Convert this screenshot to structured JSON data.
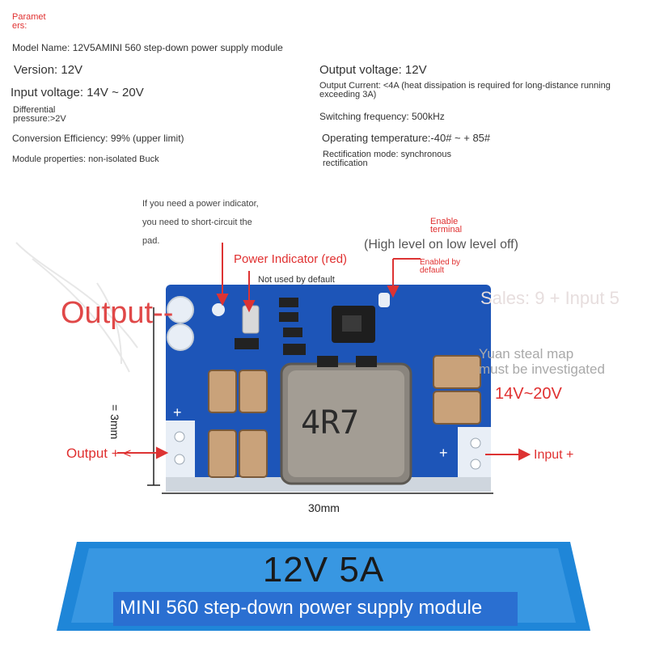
{
  "params": {
    "heading": "Paramet\ners:",
    "model_name": "Model Name: 12V5AMINI 560 step-down power supply module",
    "version": "Version: 12V",
    "output_voltage": "Output voltage: 12V",
    "input_voltage": "Input voltage: 14V ~ 20V",
    "output_current": "Output Current: <4A (heat dissipation is required for long-distance running exceeding 3A)",
    "differential_pressure": "Differential pressure:>2V",
    "switching_frequency": "Switching frequency: 500kHz",
    "conversion_efficiency": "Conversion Efficiency: 99% (upper limit)",
    "operating_temperature": "Operating temperature:-40# ~ + 85#",
    "module_properties": "Module properties: non-isolated Buck",
    "rectification_mode": "Rectification mode: synchronous rectification"
  },
  "annotations": {
    "power_indicator_note_1": "If you need a power indicator,",
    "power_indicator_note_2": "you need to short-circuit the",
    "power_indicator_note_3": "pad.",
    "enable_terminal": "Enable terminal",
    "enable_levels": "(High level on low level off)",
    "power_indicator": "Power Indicator (red)",
    "not_used_default": "Not used by default",
    "enabled_by_default": "Enabled by default",
    "output_minus": "Output--",
    "sales": "Sales: 9 + Input 5",
    "watermark_1": "Yuan steal map",
    "watermark_2": "must be investigated",
    "input_range": "14V~20V",
    "output_plus": "Output + <",
    "input_plus": "Input +",
    "inductor_label": "4R7",
    "height_dim": "= 3mm",
    "width_dim": "30mm"
  },
  "banner": {
    "title": "12V 5A",
    "subtitle": "MINI 560 step-down power supply module"
  },
  "colors": {
    "accent_red": "#e03030",
    "banner_blue": "#1f86d8",
    "subtitle_bar": "#2a6fd1",
    "pcb_blue": "#1d55b8"
  }
}
